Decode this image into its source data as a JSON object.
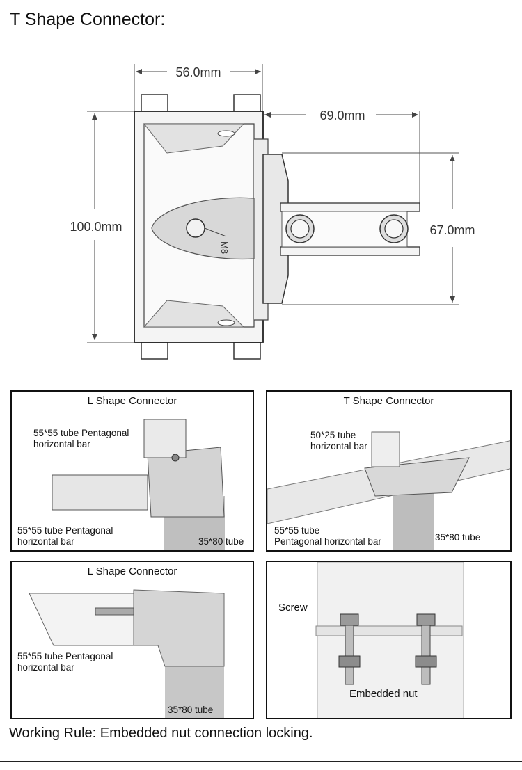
{
  "title": "T Shape Connector:",
  "dimensions": {
    "width_top": "56.0mm",
    "width_arm": "69.0mm",
    "height_left": "100.0mm",
    "height_right": "67.0mm",
    "bolt": "M8"
  },
  "panels": [
    {
      "title": "L Shape Connector",
      "labels": [
        "55*55 tube Pentagonal\nhorizontal bar",
        "55*55 tube Pentagonal\nhorizontal bar",
        "35*80 tube"
      ]
    },
    {
      "title": "T Shape Connector",
      "labels": [
        "50*25 tube\nhorizontal bar",
        "55*55 tube\nPentagonal horizontal bar",
        "35*80 tube"
      ]
    },
    {
      "title": "L Shape Connector",
      "labels": [
        "55*55 tube Pentagonal\nhorizontal bar",
        "35*80 tube"
      ]
    },
    {
      "title": "",
      "labels": [
        "Screw",
        "Embedded nut"
      ]
    }
  ],
  "working_rule": "Working Rule:  Embedded nut connection locking."
}
